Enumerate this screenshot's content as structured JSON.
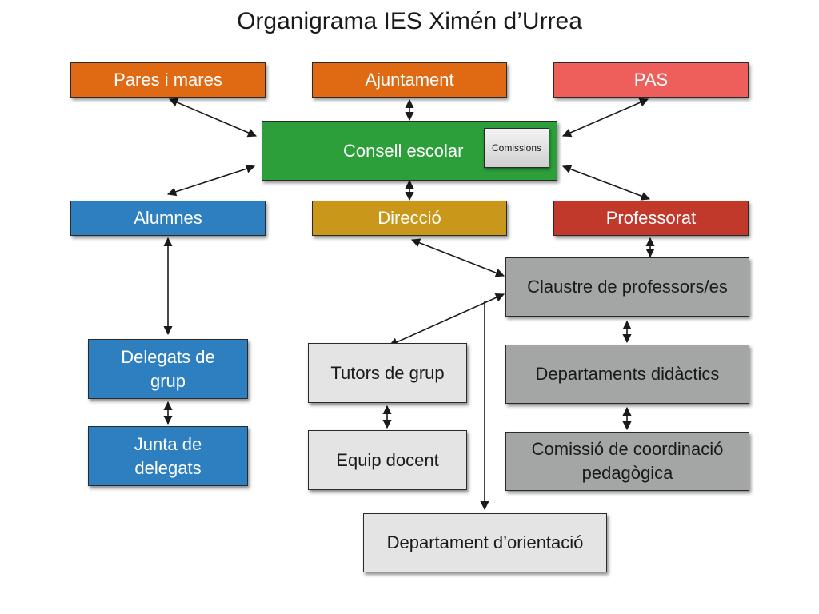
{
  "title": "Organigrama IES Ximén d’Urrea",
  "colors": {
    "orange": "#e06a14",
    "pas_red": "#ee5f5b",
    "green": "#2c9e3a",
    "blue": "#2e7fc0",
    "gold": "#c9971a",
    "professorat_red": "#c0392b",
    "gray": "#a4a6a6",
    "light_gray": "#e4e4e4"
  },
  "nodes": {
    "pares": "Pares i mares",
    "ajuntament": "Ajuntament",
    "pas": "PAS",
    "consell": "Consell escolar",
    "comissions": "Comissions",
    "alumnes": "Alumnes",
    "direccio": "Direcció",
    "professorat": "Professorat",
    "claustre": "Claustre de professors/es",
    "delegats_l1": "Delegats de",
    "delegats_l2": "grup",
    "junta_l1": "Junta de",
    "junta_l2": "delegats",
    "tutors": "Tutors de grup",
    "equip": "Equip docent",
    "departaments": "Departaments didàctics",
    "ccp_l1": "Comissió de coordinació",
    "ccp_l2": "pedagògica",
    "orientacio": "Departament d’orientació"
  }
}
